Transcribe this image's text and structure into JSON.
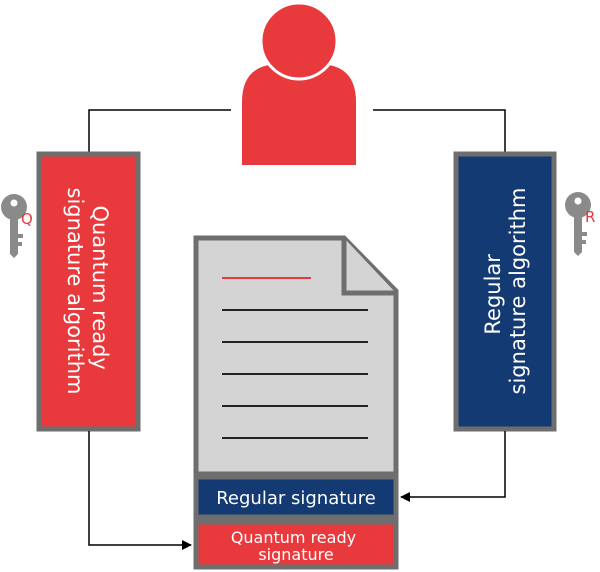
{
  "colors": {
    "red": "#e8393c",
    "navy": "#133a73",
    "gray_border": "#6e6e6e",
    "paper": "#d4d4d4",
    "key": "#8a8a8a",
    "line": "#000000"
  },
  "left_box": {
    "line1": "Quantum ready",
    "line2": "signature algorithm",
    "key_letter": "Q"
  },
  "right_box": {
    "line1": "Regular",
    "line2": "signature algorithm",
    "key_letter": "R"
  },
  "signatures": {
    "regular": "Regular signature",
    "quantum_line1": "Quantum ready",
    "quantum_line2": "signature"
  },
  "icons": {
    "user": "user-icon",
    "document": "document-icon",
    "key": "key-icon"
  }
}
